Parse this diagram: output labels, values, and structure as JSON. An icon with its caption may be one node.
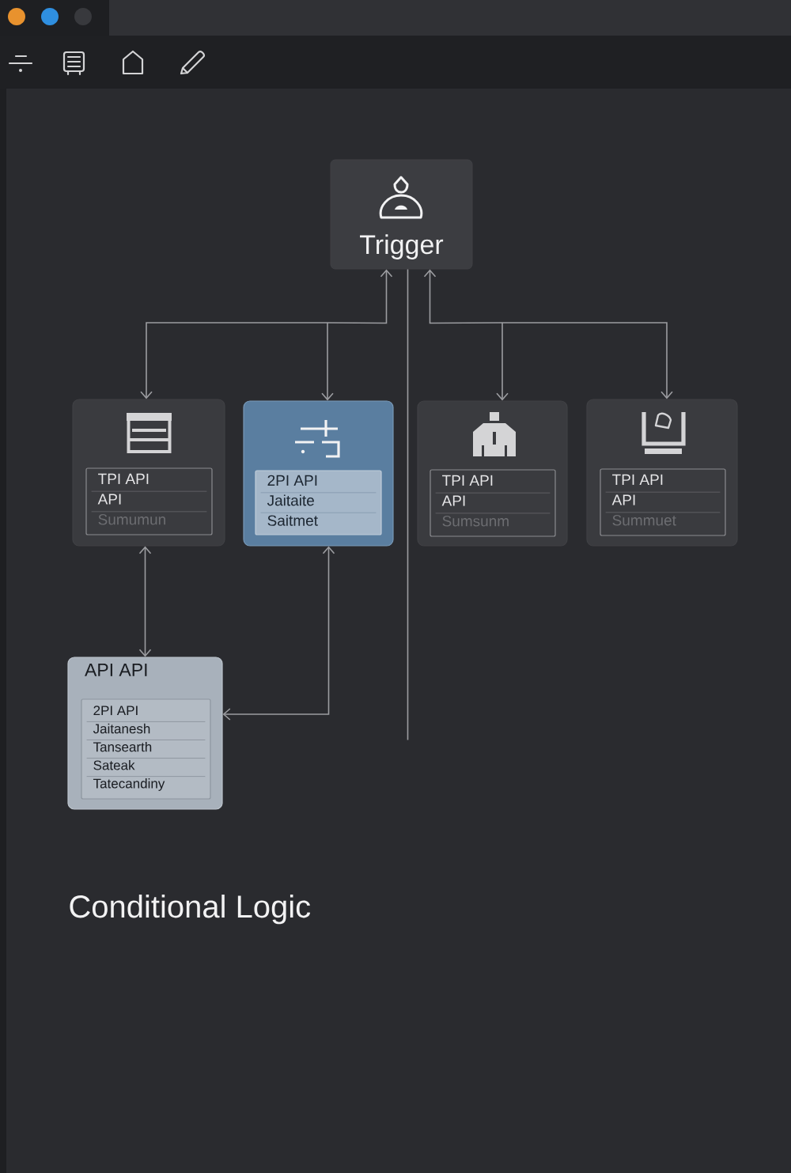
{
  "diagram": {
    "title": "Conditional Logic",
    "nodes": [
      {
        "text": [
          "Trigger"
        ]
      },
      {
        "text": [],
        "shape": "box"
      },
      {
        "text": [
          "TPI API",
          "API",
          "Sumumun"
        ],
        "in": 1
      },
      {
        "text": [],
        "shape": "box"
      },
      {
        "text": [
          "2PI API",
          "Jaitaite",
          "Saitmet"
        ],
        "in": 3
      },
      {
        "text": [],
        "shape": "box"
      },
      {
        "text": [
          "TPI API",
          "API",
          "Sumsunm"
        ],
        "in": 5
      },
      {
        "text": [],
        "shape": "box"
      },
      {
        "text": [
          "TPI API",
          "API",
          "Summuet"
        ],
        "in": 7
      },
      {
        "text": [
          "API API"
        ]
      },
      {
        "text": [
          "2PI API",
          "Jaitanesh",
          "Tansearth",
          "Sateak",
          "Tatecandiny"
        ],
        "in": 9
      }
    ],
    "edges": [
      {
        "from": 0,
        "to": 1,
        "arrow": "both"
      },
      {
        "from": 0,
        "to": 3,
        "arrow": "both"
      },
      {
        "from": 0,
        "to": 5,
        "arrow": "both"
      },
      {
        "from": 0,
        "to": 7,
        "arrow": "both"
      },
      {
        "from": 1,
        "to": 9,
        "arrow": "both"
      },
      {
        "from": 3,
        "to": 9,
        "arrow": "both"
      },
      {
        "from": 0,
        "to": null,
        "arrow": "none"
      }
    ]
  }
}
